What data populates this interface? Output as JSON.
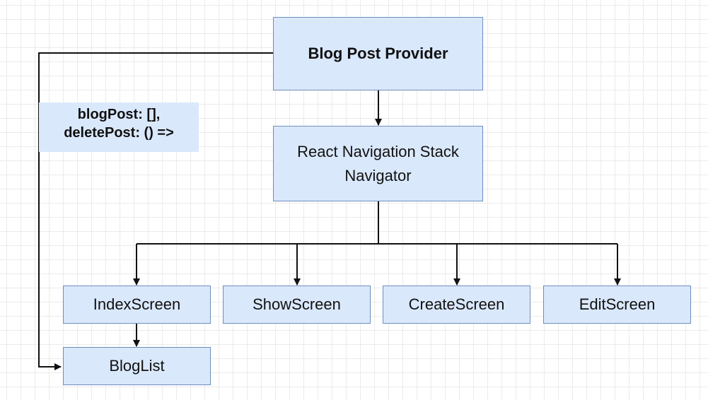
{
  "diagram": {
    "provider": {
      "label": "Blog Post Provider"
    },
    "navigator": {
      "line1": "React Navigation Stack",
      "line2": "Navigator"
    },
    "screens": [
      {
        "label": "IndexScreen"
      },
      {
        "label": "ShowScreen"
      },
      {
        "label": "CreateScreen"
      },
      {
        "label": "EditScreen"
      }
    ],
    "blog_list": {
      "label": "BlogList"
    },
    "context_value": {
      "line1": "blogPost: [],",
      "line2": "deletePost: () =>"
    },
    "colors": {
      "node_fill": "#dae8fc",
      "node_stroke": "#6c8ebf",
      "connector": "#111111"
    }
  }
}
